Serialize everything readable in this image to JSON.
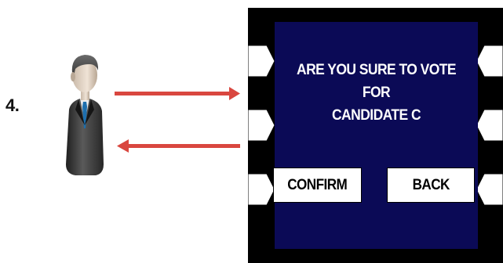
{
  "step": {
    "number": "4."
  },
  "screen": {
    "prompt_line_1": "ARE YOU SURE TO VOTE FOR",
    "prompt_line_2": "CANDIDATE C",
    "confirm_label": "CONFIRM",
    "back_label": "BACK"
  },
  "colors": {
    "machine_body": "#000000",
    "screen_background": "#0b0a56",
    "arrow": "#d9473f",
    "key_face": "#ffffff"
  },
  "icons": {
    "voter": "businessman-icon",
    "request_arrow": "arrow-right-icon",
    "response_arrow": "arrow-left-icon"
  }
}
